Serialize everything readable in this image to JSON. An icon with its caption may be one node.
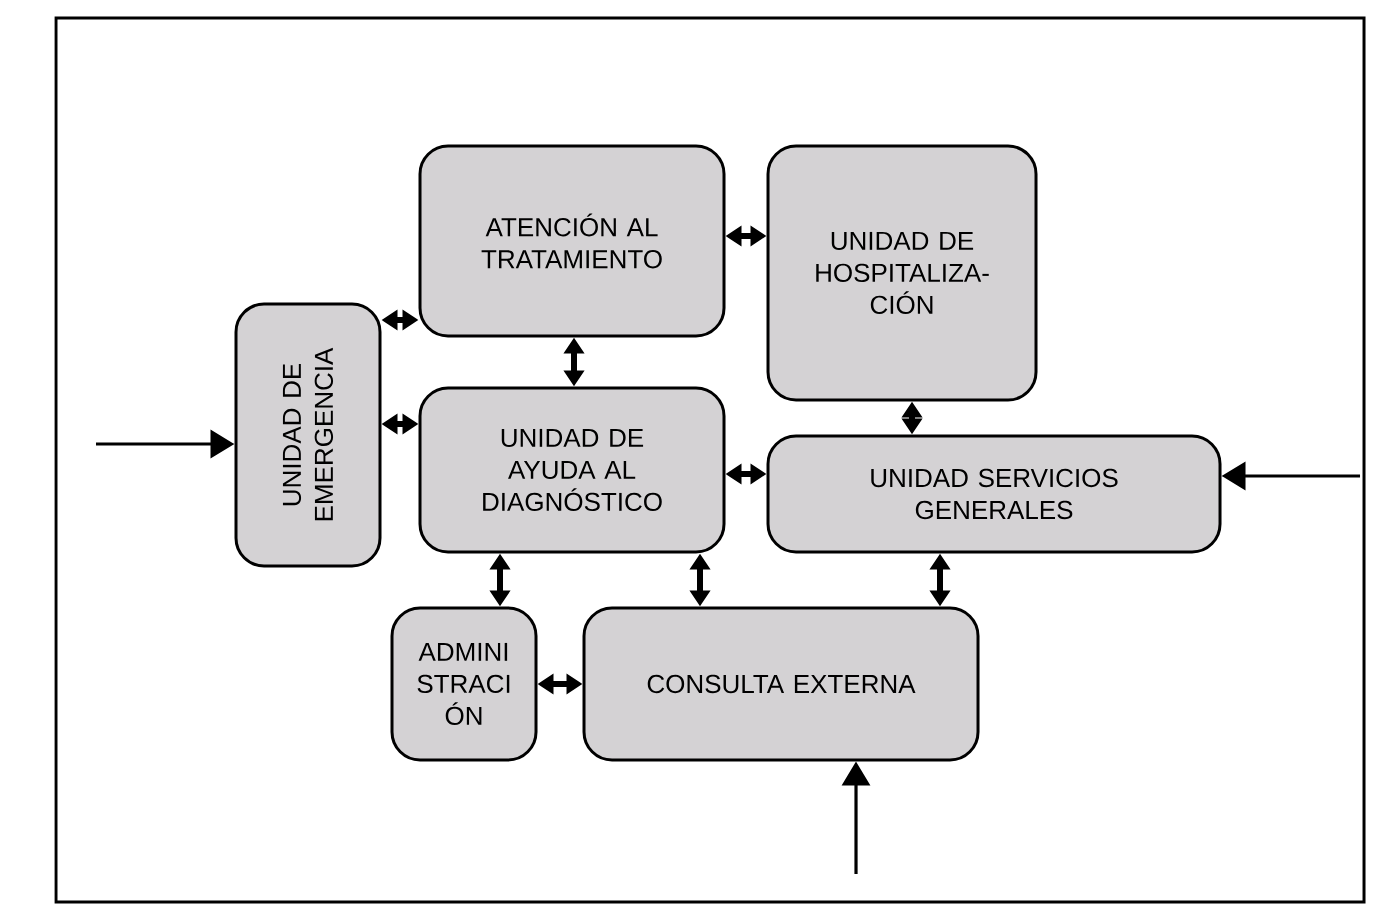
{
  "diagram": {
    "nodes": [
      {
        "text": [
          "ATENCIÓN AL TRATAMIENTO"
        ]
      },
      {
        "text": [
          "UNIDAD DE HOSPITALIZA-CIÓN"
        ]
      },
      {
        "text": [
          "UNIDAD DE EMERGENCIA"
        ]
      },
      {
        "text": [
          "UNIDAD DE AYUDA AL DIAGNÓSTICO"
        ]
      },
      {
        "text": [
          "UNIDAD SERVICIOS GENERALES"
        ]
      },
      {
        "text": [
          "ADMINI STRACI ÓN"
        ]
      },
      {
        "text": [
          "CONSULTA EXTERNA"
        ]
      }
    ],
    "edges": [
      {
        "from": 0,
        "to": 1,
        "arrow": "both"
      },
      {
        "from": 2,
        "to": 0,
        "arrow": "both"
      },
      {
        "from": 2,
        "to": 3,
        "arrow": "both"
      },
      {
        "from": 0,
        "to": 3,
        "arrow": "both"
      },
      {
        "from": 3,
        "to": 4,
        "arrow": "both"
      },
      {
        "from": 1,
        "to": 4,
        "arrow": "both"
      },
      {
        "from": 3,
        "to": 5,
        "arrow": "both"
      },
      {
        "from": 3,
        "to": 6,
        "arrow": "both"
      },
      {
        "from": 4,
        "to": 6,
        "arrow": "both"
      },
      {
        "from": 5,
        "to": 6,
        "arrow": "both"
      },
      {
        "from": null,
        "to": 2,
        "arrow": "to"
      },
      {
        "from": null,
        "to": 4,
        "arrow": "to"
      },
      {
        "from": null,
        "to": 6,
        "arrow": "to"
      }
    ]
  }
}
